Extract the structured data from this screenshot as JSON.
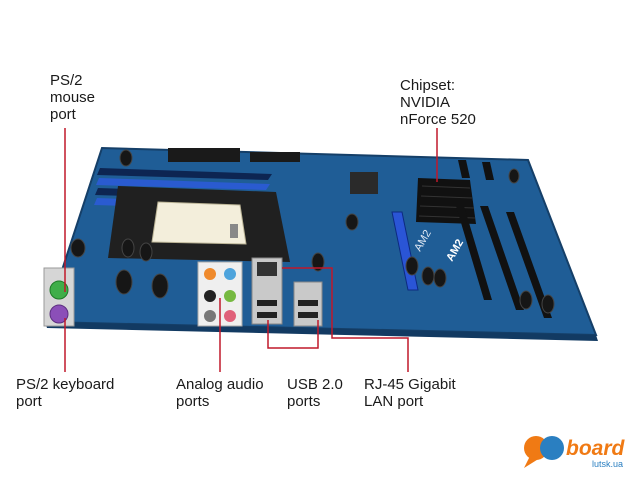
{
  "callouts": {
    "ps2_mouse": "PS/2\nmouse\nport",
    "chipset": "Chipset:\nNVIDIA\nnForce 520",
    "ps2_keyboard": "PS/2 keyboard\nport",
    "analog_audio": "Analog audio\nports",
    "usb": "USB 2.0\nports",
    "rj45": "RJ-45 Gigabit\nLAN port"
  },
  "board_marks": {
    "socket_label": "AM2",
    "brand_mark": "AM2"
  },
  "watermark": {
    "brand": "board",
    "domain": "lutsk.ua",
    "colors": {
      "orange": "#f07a14",
      "blue": "#2a7fc1"
    }
  },
  "colors": {
    "pcb": "#1f5d96",
    "leader_line": "#c0182a"
  }
}
